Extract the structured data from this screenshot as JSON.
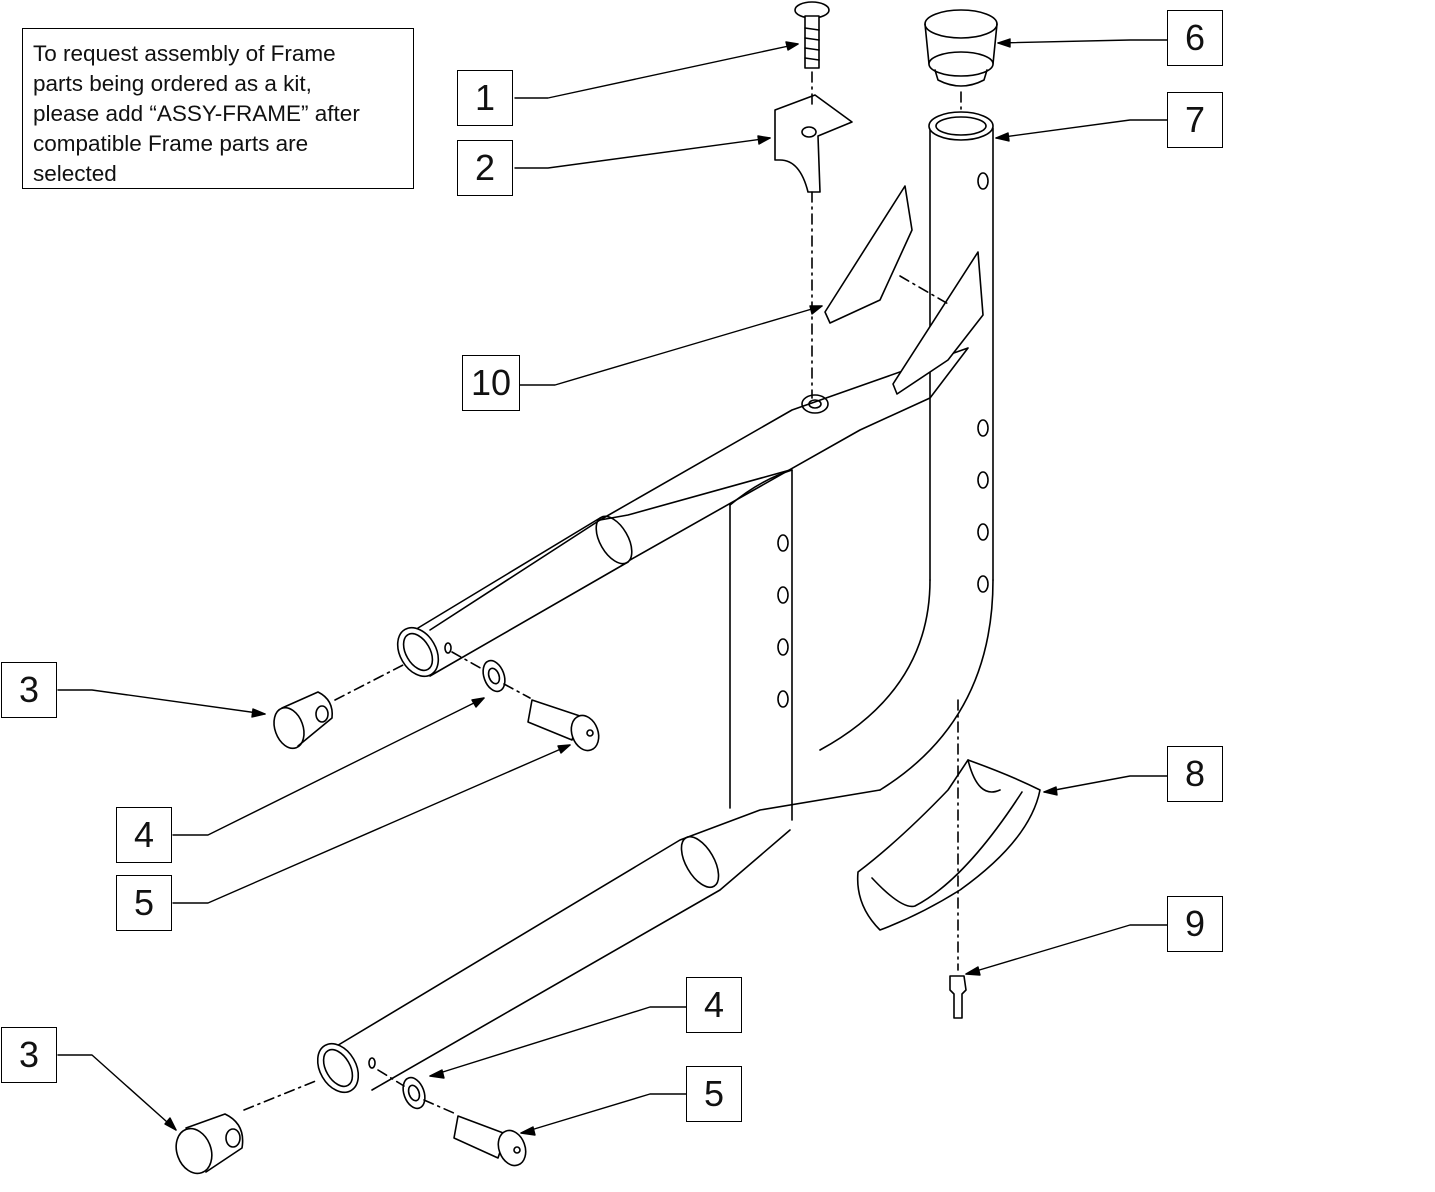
{
  "note": {
    "lines": [
      "To request assembly of Frame",
      "parts being ordered as a kit,",
      "please add “ASSY-FRAME” after",
      "compatible Frame parts are",
      "selected"
    ]
  },
  "callouts": [
    {
      "id": "c1",
      "label": "1"
    },
    {
      "id": "c2",
      "label": "2"
    },
    {
      "id": "c3a",
      "label": "3"
    },
    {
      "id": "c3b",
      "label": "3"
    },
    {
      "id": "c4a",
      "label": "4"
    },
    {
      "id": "c4b",
      "label": "4"
    },
    {
      "id": "c5a",
      "label": "5"
    },
    {
      "id": "c5b",
      "label": "5"
    },
    {
      "id": "c6",
      "label": "6"
    },
    {
      "id": "c7",
      "label": "7"
    },
    {
      "id": "c8",
      "label": "8"
    },
    {
      "id": "c9",
      "label": "9"
    },
    {
      "id": "c10",
      "label": "10"
    }
  ],
  "colors": {
    "line": "#000000",
    "fill": "#ffffff"
  }
}
